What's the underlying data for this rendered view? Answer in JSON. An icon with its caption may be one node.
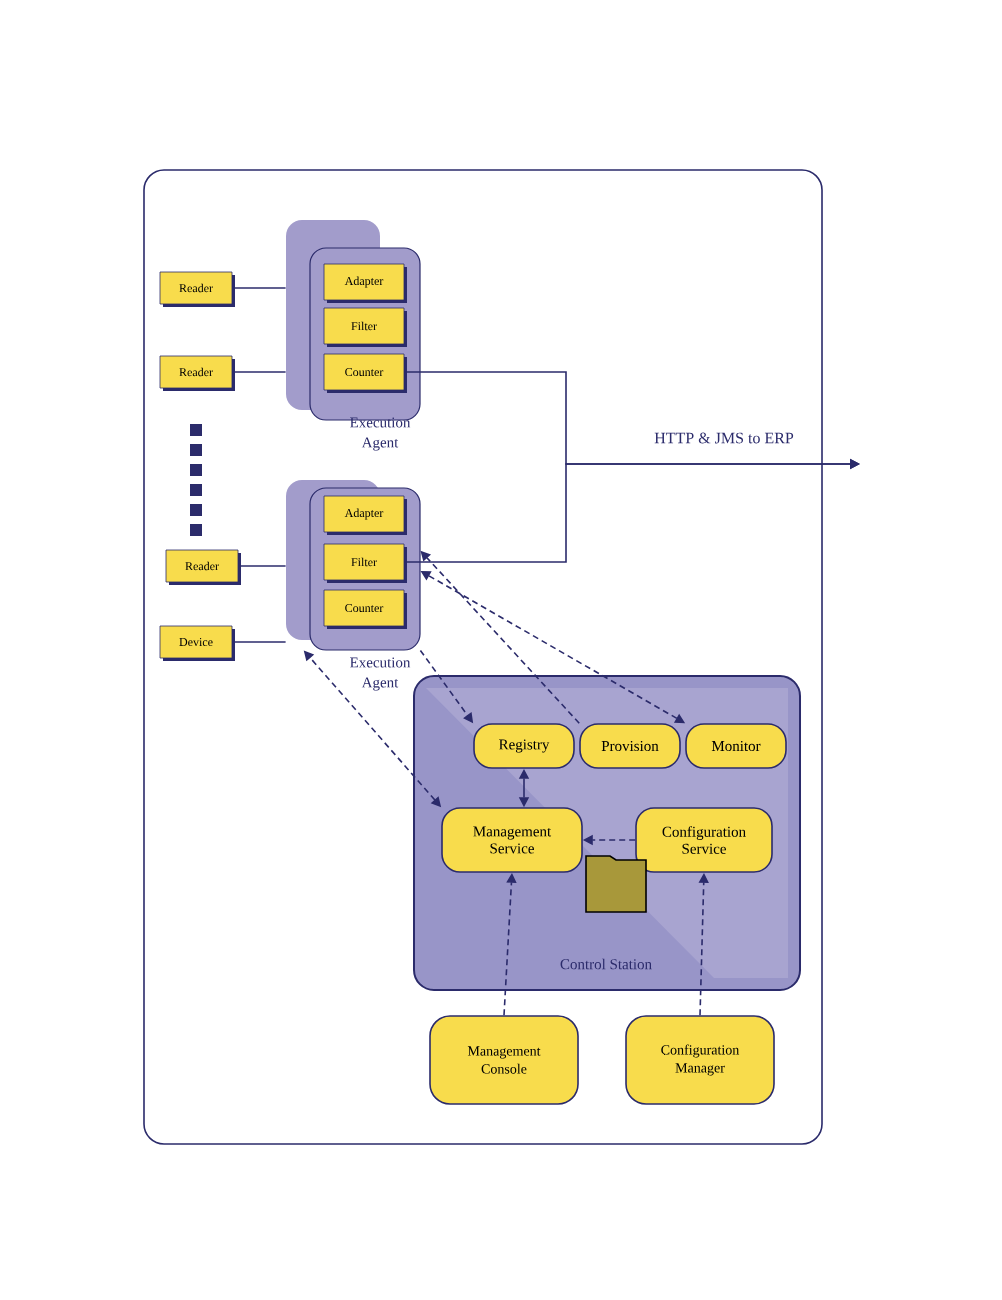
{
  "diagram": {
    "nodes": [
      {
        "text": [
          "Reader"
        ]
      },
      {
        "text": [
          "Reader"
        ]
      },
      {
        "text": [
          "Reader"
        ]
      },
      {
        "text": [
          "Device"
        ]
      },
      {
        "text": [
          "Execution Agent"
        ]
      },
      {
        "text": [
          "Adapter"
        ],
        "in": 4
      },
      {
        "text": [
          "Filter"
        ],
        "in": 4
      },
      {
        "text": [
          "Counter"
        ],
        "in": 4
      },
      {
        "text": [
          "Execution Agent"
        ]
      },
      {
        "text": [
          "Adapter"
        ],
        "in": 8
      },
      {
        "text": [
          "Filter"
        ],
        "in": 8
      },
      {
        "text": [
          "Counter"
        ],
        "in": 8
      },
      {
        "text": [
          "Control Station"
        ]
      },
      {
        "text": [
          "Registry"
        ],
        "in": 12
      },
      {
        "text": [
          "Provision"
        ],
        "in": 12
      },
      {
        "text": [
          "Monitor"
        ],
        "in": 12
      },
      {
        "text": [
          "Management Service"
        ],
        "in": 12
      },
      {
        "text": [
          "Configuration Service"
        ],
        "in": 12
      },
      {
        "text": [
          "Management Console"
        ]
      },
      {
        "text": [
          "Configuration Manager"
        ]
      }
    ],
    "edges": [
      {
        "from": 7,
        "to": null,
        "arrow": "to",
        "label": "HTTP & JMS to ERP"
      },
      {
        "from": 10,
        "to": null,
        "arrow": "to"
      },
      {
        "from": 0,
        "to": 4,
        "arrow": "none"
      },
      {
        "from": 1,
        "to": 4,
        "arrow": "none"
      },
      {
        "from": 2,
        "to": 8,
        "arrow": "none"
      },
      {
        "from": 3,
        "to": 8,
        "arrow": "none"
      },
      {
        "from": 14,
        "to": 8,
        "arrow": "to",
        "style": "dashed"
      },
      {
        "from": 15,
        "to": 8,
        "arrow": "both",
        "style": "dashed"
      },
      {
        "from": 16,
        "to": 8,
        "arrow": "both",
        "style": "dashed"
      },
      {
        "from": 8,
        "to": 13,
        "arrow": "to",
        "style": "dashed"
      },
      {
        "from": 13,
        "to": 16,
        "arrow": "both"
      },
      {
        "from": 17,
        "to": 16,
        "arrow": "to",
        "style": "dashed"
      },
      {
        "from": 18,
        "to": 16,
        "arrow": "to",
        "style": "dashed"
      },
      {
        "from": 19,
        "to": 17,
        "arrow": "to",
        "style": "dashed"
      }
    ]
  }
}
